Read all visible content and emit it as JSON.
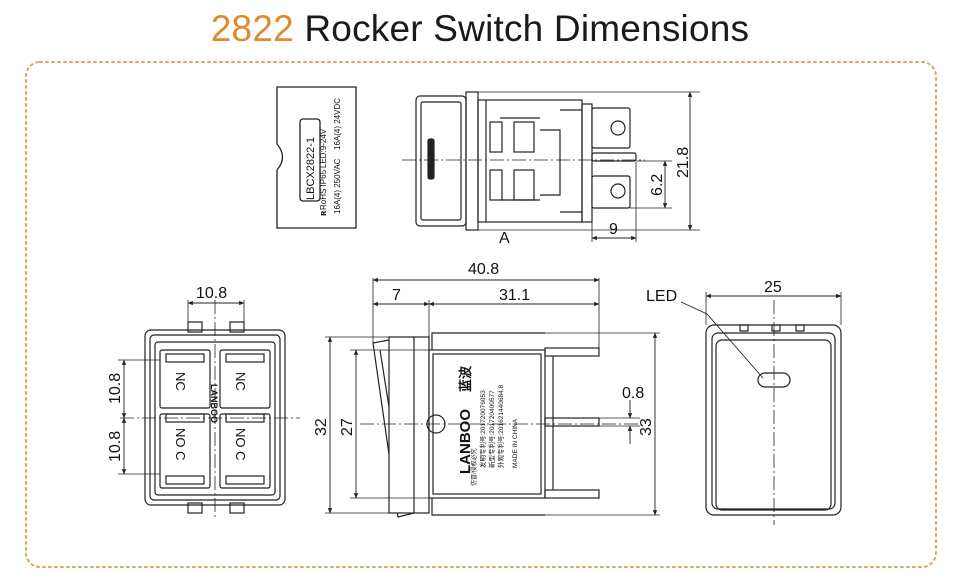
{
  "title": {
    "model": "2822",
    "text": "Rocker Switch Dimensions"
  },
  "colors": {
    "accent": "#e08a2c",
    "border": "#e3a15c",
    "line": "#222222"
  },
  "label": {
    "code": "LBCX2822-1",
    "cert": "RoHS IP65",
    "led": "LED:9-24V",
    "rating_ac": "16A(4) 250VAC",
    "rating_dc": "16A(4) 24VDC"
  },
  "side_view": {
    "view_label": "A",
    "dim_height": "21.8",
    "dim_terminal_pitch": "6.2",
    "dim_terminal_length": "9"
  },
  "rear_view": {
    "dim_width": "10.8",
    "dim_row_top": "10.8",
    "dim_row_bottom": "10.8",
    "brand": "LANBOO",
    "terminals": {
      "top_left": "NC",
      "top_right": "NC",
      "bottom_left": "NO C",
      "bottom_right": "NO C"
    }
  },
  "front_view": {
    "dim_overall": "40.8",
    "dim_cap": "7",
    "dim_body": "31.1",
    "dim_outer_height": "32",
    "dim_inner_height": "27",
    "dim_offset": "0.8",
    "dim_right_height": "33",
    "brand": "LANBOO",
    "brand_cn": "蓝波",
    "patents": [
      "发明专利号:201720076053",
      "新型专利号:201720400577",
      "外观专利号:201621440684.8"
    ],
    "made_in": "MADE IN CHINA",
    "imitation_notice": "仿冒/侵权必究"
  },
  "end_view": {
    "dim_width": "25",
    "led_label": "LED"
  }
}
